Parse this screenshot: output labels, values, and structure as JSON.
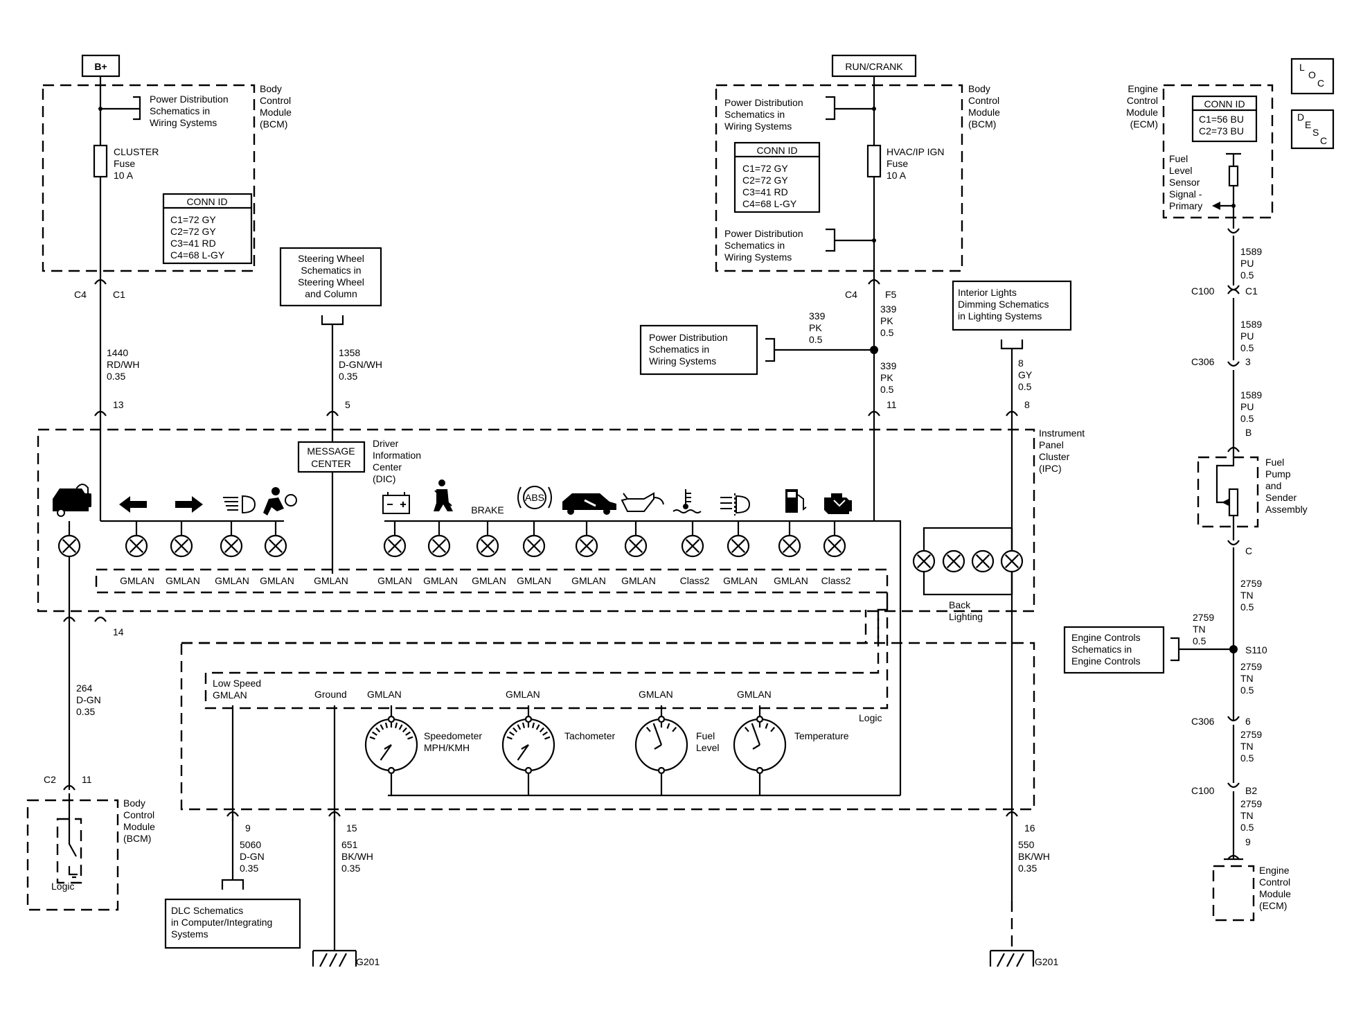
{
  "power": {
    "b_plus": "B+",
    "run_crank": "RUN/CRANK"
  },
  "loc_desc": {
    "loc": [
      "L",
      "O",
      "C"
    ],
    "desc": [
      "D",
      "E",
      "S",
      "C"
    ]
  },
  "bcm_top": {
    "label": [
      "Body",
      "Control",
      "Module",
      "(BCM)"
    ],
    "pd_ref": [
      "Power Distribution",
      "Schematics in",
      "Wiring Systems"
    ],
    "fuse": [
      "CLUSTER",
      "Fuse",
      "10 A"
    ],
    "conn_title": "CONN ID",
    "conn": [
      "C1=72 GY",
      "C2=72 GY",
      "C3=41 RD",
      "C4=68 L-GY"
    ],
    "connector": [
      "C4",
      "C1"
    ]
  },
  "bcm_run": {
    "label": [
      "Body",
      "Control",
      "Module",
      "(BCM)"
    ],
    "pd_ref1": [
      "Power Distribution",
      "Schematics in",
      "Wiring Systems"
    ],
    "pd_ref2": [
      "Power Distribution",
      "Schematics in",
      "Wiring Systems"
    ],
    "fuse": [
      "HVAC/IP IGN",
      "Fuse",
      "10 A"
    ],
    "conn_title": "CONN ID",
    "conn": [
      "C1=72 GY",
      "C2=72 GY",
      "C3=41 RD",
      "C4=68 L-GY"
    ],
    "connector": [
      "C4",
      "F5"
    ]
  },
  "ecm_top": {
    "label": [
      "Engine",
      "Control",
      "Module",
      "(ECM)"
    ],
    "conn_title": "CONN ID",
    "conn": [
      "C1=56 BU",
      "C2=73 BU"
    ],
    "signal": [
      "Fuel",
      "Level",
      "Sensor",
      "Signal -",
      "Primary"
    ]
  },
  "wires": {
    "w1440": [
      "1440",
      "RD/WH",
      "0.35"
    ],
    "w1358": [
      "1358",
      "D-GN/WH",
      "0.35"
    ],
    "w339a": [
      "339",
      "PK",
      "0.5"
    ],
    "w339b": [
      "339",
      "PK",
      "0.5"
    ],
    "w339c": [
      "339",
      "PK",
      "0.5"
    ],
    "w8": [
      "8",
      "GY",
      "0.5"
    ],
    "w264": [
      "264",
      "D-GN",
      "0.35"
    ],
    "w5060": [
      "5060",
      "D-GN",
      "0.35"
    ],
    "w651": [
      "651",
      "BK/WH",
      "0.35"
    ],
    "w550": [
      "550",
      "BK/WH",
      "0.35"
    ],
    "w1589a": [
      "1589",
      "PU",
      "0.5"
    ],
    "w1589b": [
      "1589",
      "PU",
      "0.5"
    ],
    "w1589c": [
      "1589",
      "PU",
      "0.5"
    ],
    "w2759a": [
      "2759",
      "TN",
      "0.5"
    ],
    "w2759b": [
      "2759",
      "TN",
      "0.5"
    ],
    "w2759c": [
      "2759",
      "TN",
      "0.5"
    ],
    "w2759d": [
      "2759",
      "TN",
      "0.5"
    ],
    "w2759e": [
      "2759",
      "TN",
      "0.5"
    ]
  },
  "pins": {
    "p13": "13",
    "p5": "5",
    "p11": "11",
    "p8": "8",
    "p14": "14",
    "p9": "9",
    "p15": "15",
    "p16": "16",
    "c2": "C2",
    "p11b": "11",
    "c100a": "C100",
    "c1": "C1",
    "c306a": "C306",
    "p3": "3",
    "pB": "B",
    "pC": "C",
    "c306b": "C306",
    "p6": "6",
    "c100b": "C100",
    "pB2": "B2",
    "p9b": "9"
  },
  "refs": {
    "steering": [
      "Steering Wheel",
      "Schematics in",
      "Steering Wheel",
      "and Column"
    ],
    "pd_mid": [
      "Power Distribution",
      "Schematics in",
      "Wiring Systems"
    ],
    "interior": [
      "Interior Lights",
      "Dimming Schematics",
      "in Lighting Systems"
    ],
    "engine_ctrl": [
      "Engine Controls",
      "Schematics in",
      "Engine Controls"
    ],
    "dlc": [
      "DLC Schematics",
      "in Computer/Integrating",
      "Systems"
    ]
  },
  "splice": "S110",
  "ipc": {
    "label": [
      "Instrument",
      "Panel",
      "Cluster",
      "(IPC)"
    ],
    "message_center": [
      "MESSAGE",
      "CENTER"
    ],
    "dic": [
      "Driver",
      "Information",
      "Center",
      "(DIC)"
    ],
    "brake": "BRAKE",
    "abs": "ABS",
    "bus_labels": [
      "GMLAN",
      "GMLAN",
      "GMLAN",
      "GMLAN",
      "GMLAN",
      "GMLAN",
      "GMLAN",
      "GMLAN",
      "GMLAN",
      "GMLAN",
      "GMLAN",
      "Class2",
      "GMLAN",
      "GMLAN",
      "Class2"
    ],
    "back_lighting": [
      "Back",
      "Lighting"
    ],
    "low_speed": [
      "Low Speed",
      "GMLAN"
    ],
    "ground": "Ground",
    "gauge_bus": [
      "GMLAN",
      "GMLAN",
      "GMLAN",
      "GMLAN"
    ],
    "logic": "Logic",
    "speedometer": [
      "Speedometer",
      "MPH/KMH"
    ],
    "tachometer": "Tachometer",
    "fuel_level": [
      "Fuel",
      "Level"
    ],
    "temperature": "Temperature"
  },
  "bcm_bottom": {
    "label": [
      "Body",
      "Control",
      "Module",
      "(BCM)"
    ],
    "logic": "Logic"
  },
  "fuel_pump": [
    "Fuel",
    "Pump",
    "and",
    "Sender",
    "Assembly"
  ],
  "ecm_bottom": [
    "Engine",
    "Control",
    "Module",
    "(ECM)"
  ],
  "grounds": {
    "g1": "G201",
    "g2": "G201"
  }
}
